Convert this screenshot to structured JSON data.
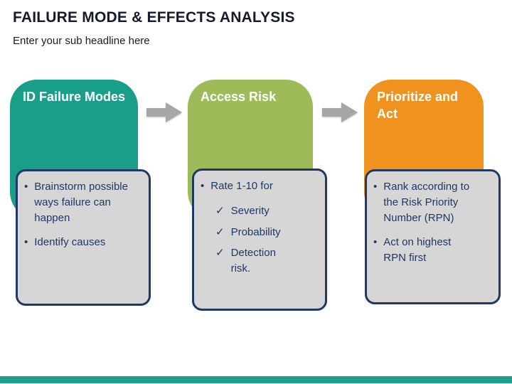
{
  "slide": {
    "title": "FAILURE MODE & EFFECTS ANALYSIS",
    "subtitle": "Enter your sub headline here"
  },
  "steps": [
    {
      "header": "ID Failure Modes",
      "color": "#199e8a",
      "bullets": [
        "Brainstorm possible ways failure can happen",
        "Identify causes"
      ]
    },
    {
      "header": "Access Risk",
      "color": "#9dbc59",
      "bullets": [
        "Rate 1-10 for"
      ],
      "checks": [
        "Severity",
        "Probability",
        "Detection risk."
      ]
    },
    {
      "header": "Prioritize and Act",
      "color": "#f0921e",
      "bullets": [
        "Rank according to the Risk Priority Number (RPN)",
        "Act on highest RPN first"
      ]
    }
  ],
  "icons": {
    "bullet": "•",
    "check": "✓"
  },
  "colors": {
    "card_background": "#d6d6d6",
    "card_border": "#1f3864",
    "body_text": "#1f3864",
    "arrow": "#a6a6a6",
    "footer_bar": "#1fa08e",
    "title_text": "#171a2c"
  }
}
